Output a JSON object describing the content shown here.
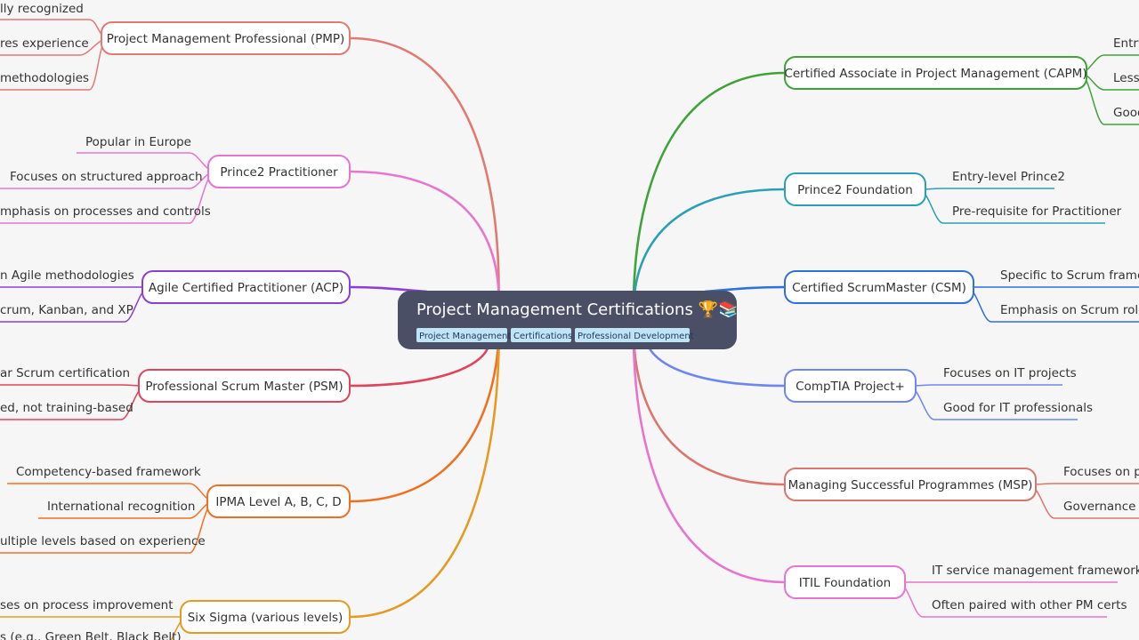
{
  "root": {
    "title": "Project Management Certifications 🏆📚",
    "tags": [
      "Project Management",
      "Certifications",
      "Professional Development"
    ]
  },
  "branches": [
    {
      "label": "Project Management Professional (PMP)",
      "color": "#e07a73",
      "children": [
        "lly recognized",
        "res experience",
        "methodologies"
      ]
    },
    {
      "label": "Prince2 Practitioner",
      "color": "#e675d0",
      "children": [
        "Popular in Europe",
        "Focuses on structured approach",
        "mphasis on processes and controls"
      ]
    },
    {
      "label": "Agile Certified Practitioner (ACP)",
      "color": "#8b3fd9",
      "children": [
        "n Agile methodologies",
        "crum, Kanban, and XP"
      ]
    },
    {
      "label": "Professional Scrum Master (PSM)",
      "color": "#e0445a",
      "children": [
        "ar Scrum certification",
        "ed, not training-based"
      ]
    },
    {
      "label": "IPMA Level A, B, C, D",
      "color": "#f07022",
      "children": [
        "Competency-based framework",
        "International recognition",
        "ultiple levels based on experience"
      ]
    },
    {
      "label": "Six Sigma (various levels)",
      "color": "#e59a22",
      "children": [
        "ses on process improvement",
        "s (e.g., Green Belt, Black Belt)"
      ]
    },
    {
      "label": "Certified Associate in Project Management (CAPM)",
      "color": "#3fa33a",
      "children": [
        "Entry",
        "Less",
        "Good"
      ]
    },
    {
      "label": "Prince2 Foundation",
      "color": "#2aa0b5",
      "children": [
        "Entry-level Prince2",
        "Pre-requisite for Practitioner"
      ]
    },
    {
      "label": "Certified ScrumMaster (CSM)",
      "color": "#2f6fe0",
      "children": [
        "Specific to Scrum framewo",
        "Emphasis on Scrum roles a"
      ]
    },
    {
      "label": "CompTIA Project+",
      "color": "#6f86f0",
      "children": [
        "Focuses on IT projects",
        "Good for IT professionals"
      ]
    },
    {
      "label": "Managing Successful Programmes (MSP)",
      "color": "#d9776e",
      "children": [
        "Focuses on pro",
        "Governance an"
      ]
    },
    {
      "label": "ITIL Foundation",
      "color": "#e675d0",
      "children": [
        "IT service management framework",
        "Often paired with other PM certs"
      ]
    }
  ]
}
